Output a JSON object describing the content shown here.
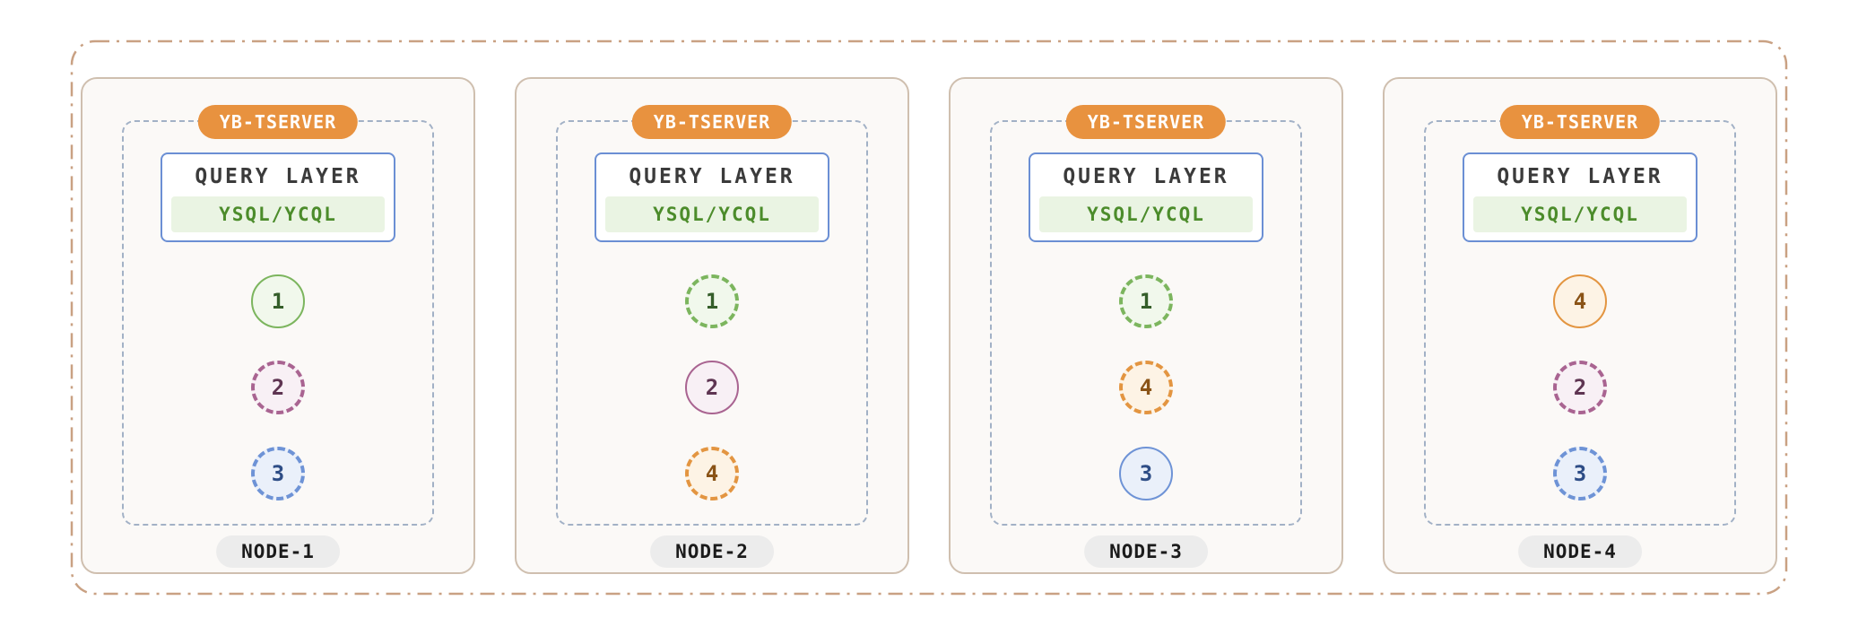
{
  "palette": {
    "cluster_border": "#C9A183",
    "node_border": "#CFBFAF",
    "node_bg": "#FBF9F7",
    "inner_dashed_border": "#A2B1C6",
    "badge_bg": "#E8923F",
    "badge_text": "#FFFFFF",
    "query_box_border": "#6B8FD4",
    "query_title_text": "#3B3B3B",
    "api_pill_bg": "#EAF4E3",
    "api_pill_text": "#4C8C2B",
    "node_pill_bg": "#ECECEC",
    "node_pill_text": "#1B1B1B",
    "tablet_green_border": "#7CB55E",
    "tablet_green_bg": "#F1F8EC",
    "tablet_purple_border": "#A96491",
    "tablet_purple_bg": "#F8F0F5",
    "tablet_blue_border": "#6E93D6",
    "tablet_blue_bg": "#EAF0FA",
    "tablet_orange_border": "#E39541",
    "tablet_orange_bg": "#FDF3E5"
  },
  "nodes": [
    {
      "badge": "YB-TSERVER",
      "query_layer_title": "QUERY LAYER",
      "query_layer_api": "YSQL/YCQL",
      "label": "NODE-1",
      "tablets": [
        {
          "num": "1",
          "cls": "tablet green leader"
        },
        {
          "num": "2",
          "cls": "tablet purple follower"
        },
        {
          "num": "3",
          "cls": "tablet blue follower"
        }
      ]
    },
    {
      "badge": "YB-TSERVER",
      "query_layer_title": "QUERY LAYER",
      "query_layer_api": "YSQL/YCQL",
      "label": "NODE-2",
      "tablets": [
        {
          "num": "1",
          "cls": "tablet green follower"
        },
        {
          "num": "2",
          "cls": "tablet purple leader"
        },
        {
          "num": "4",
          "cls": "tablet orange follower"
        }
      ]
    },
    {
      "badge": "YB-TSERVER",
      "query_layer_title": "QUERY LAYER",
      "query_layer_api": "YSQL/YCQL",
      "label": "NODE-3",
      "tablets": [
        {
          "num": "1",
          "cls": "tablet green follower"
        },
        {
          "num": "4",
          "cls": "tablet orange follower"
        },
        {
          "num": "3",
          "cls": "tablet blue leader"
        }
      ]
    },
    {
      "badge": "YB-TSERVER",
      "query_layer_title": "QUERY LAYER",
      "query_layer_api": "YSQL/YCQL",
      "label": "NODE-4",
      "tablets": [
        {
          "num": "4",
          "cls": "tablet orange leader"
        },
        {
          "num": "2",
          "cls": "tablet purple follower"
        },
        {
          "num": "3",
          "cls": "tablet blue follower"
        }
      ]
    }
  ]
}
